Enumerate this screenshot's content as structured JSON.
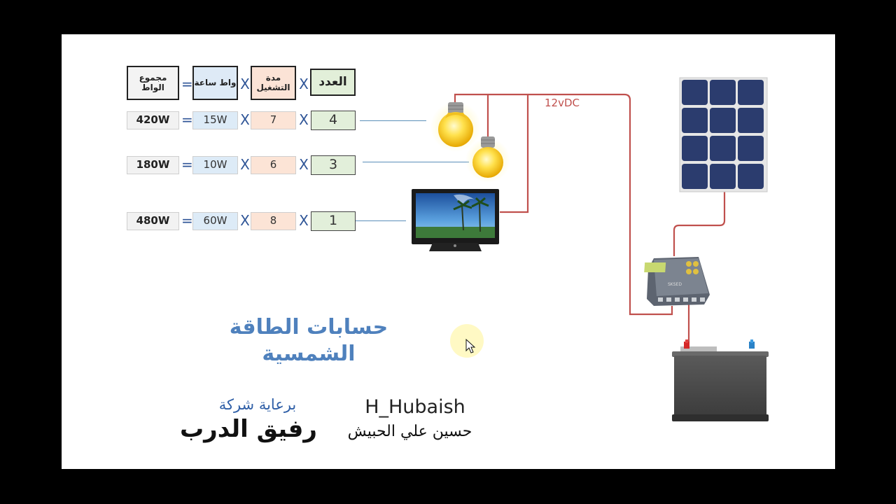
{
  "table": {
    "headers": {
      "total": "مجموع الواط",
      "watt": "واط ساعة",
      "duration": "مدة التشغيل",
      "count": "العدد"
    },
    "operators": {
      "equals": "=",
      "times": "X"
    },
    "rows": [
      {
        "total": "420W",
        "watt": "15W",
        "duration": "7",
        "count": "4"
      },
      {
        "total": "180W",
        "watt": "10W",
        "duration": "6",
        "count": "3"
      },
      {
        "total": "480W",
        "watt": "60W",
        "duration": "8",
        "count": "1"
      }
    ]
  },
  "circuit": {
    "voltage_label": "12vDC",
    "wire_color": "#c0504d",
    "controller_brand": "SKSED"
  },
  "title": {
    "line1": "حسابات الطاقة",
    "line2": "الشمسية"
  },
  "credits": {
    "sponsor_line": "برعاية شركة",
    "company": "رفيق الدرب",
    "author_latin": "H_Hubaish",
    "author_arabic": "حسين علي الحبيش"
  },
  "icons": [
    "light-bulb-icon",
    "tv-icon",
    "solar-panel-icon",
    "charge-controller-icon",
    "battery-icon",
    "mouse-cursor-icon"
  ]
}
